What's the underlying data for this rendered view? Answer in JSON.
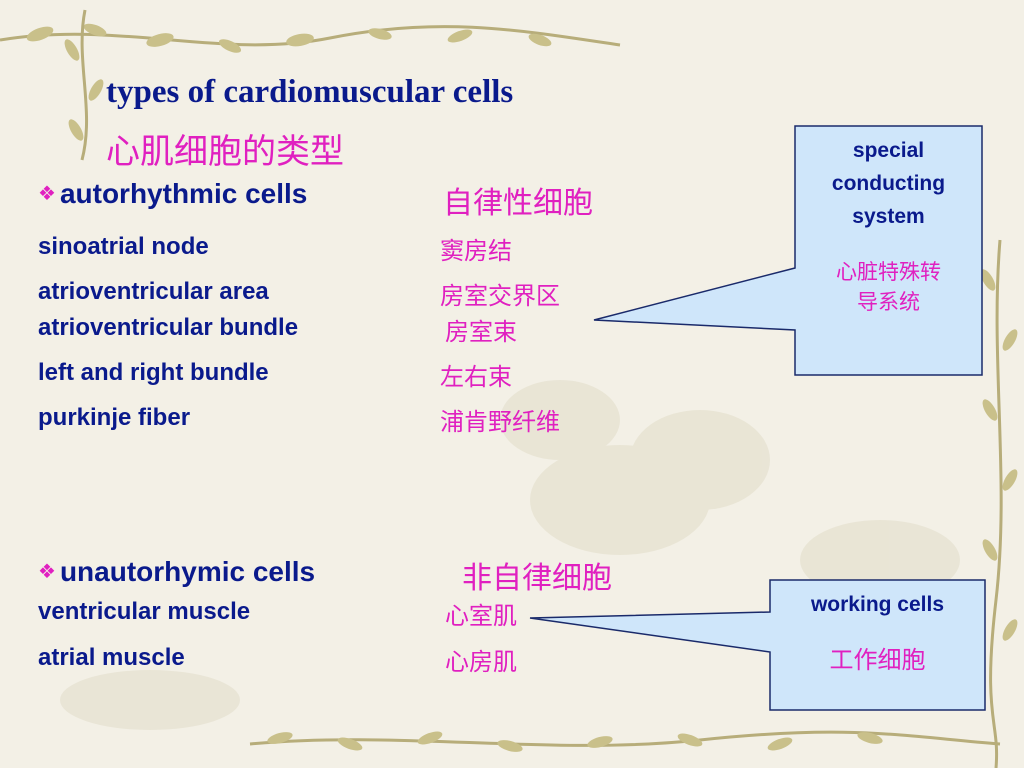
{
  "title": {
    "en": "types of cardiomuscular cells",
    "zh": "心肌细胞的类型"
  },
  "autorhythmic": {
    "heading_en": "autorhythmic cells",
    "heading_zh": "自律性细胞",
    "items": [
      {
        "en": "sinoatrial node",
        "zh": "窦房结"
      },
      {
        "en": "atrioventricular area",
        "zh": "房室交界区"
      },
      {
        "en": "atrioventricular bundle",
        "zh": "房室束"
      },
      {
        "en": "left and right bundle",
        "zh": "左右束"
      },
      {
        "en": "purkinje fiber",
        "zh": "浦肯野纤维"
      }
    ]
  },
  "unautorhymic": {
    "heading_en": "unautorhymic cells",
    "heading_zh": "非自律细胞",
    "items": [
      {
        "en": "ventricular muscle",
        "zh": "心室肌"
      },
      {
        "en": "atrial muscle",
        "zh": "心房肌"
      }
    ]
  },
  "callout_special": {
    "line1": "special",
    "line2": "conducting",
    "line3": "system",
    "zh1": "心脏特殊转",
    "zh2": "导系统"
  },
  "callout_working": {
    "en": "working cells",
    "zh": "工作细胞"
  },
  "colors": {
    "english_text": "#0a1a8c",
    "chinese_text": "#e020c0",
    "callout_fill": "#cfe6fa",
    "background": "#f3f0e6"
  },
  "icons": {
    "bullet": "diamond-bullet-icon"
  }
}
